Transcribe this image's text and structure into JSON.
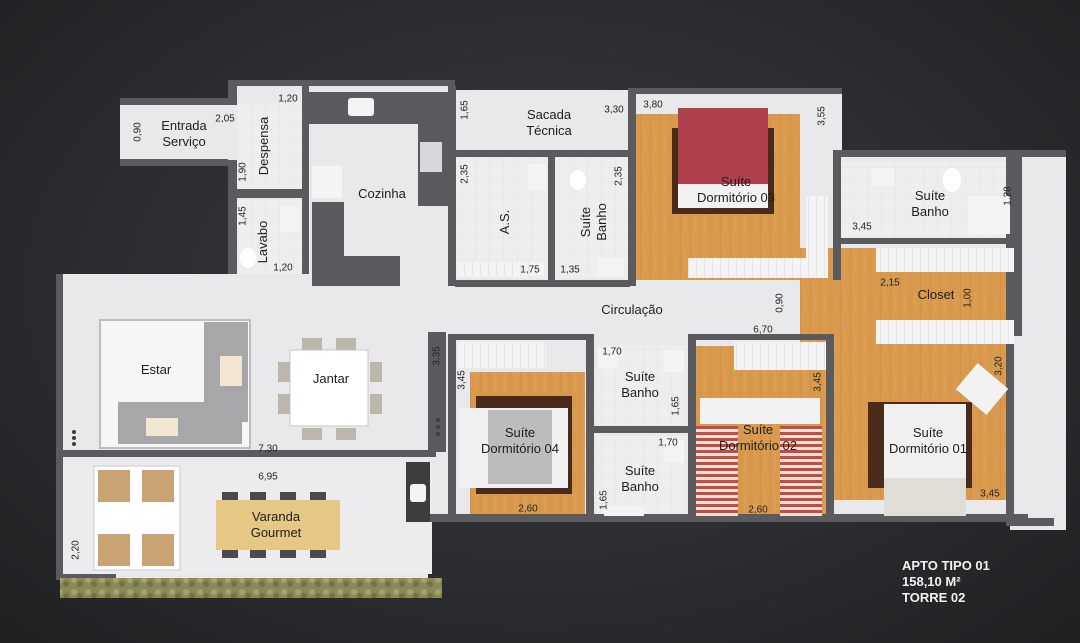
{
  "rooms": {
    "entrada_servico": "Entrada\nServiço",
    "despensa": "Despensa",
    "cozinha": "Cozinha",
    "lavabo": "Lavabo",
    "sacada_tecnica": "Sacada\nTécnica",
    "as": "A.S.",
    "suite_banho_a": "Suíte\nBanho",
    "suite_dormitorio_03": "Suíte\nDormitório 03",
    "suite_banho_master": "Suíte\nBanho",
    "closet": "Closet",
    "circulacao": "Circulação",
    "estar": "Estar",
    "jantar": "Jantar",
    "suite_dormitorio_04": "Suíte\nDormitório 04",
    "suite_banho_b": "Suíte\nBanho",
    "suite_banho_c": "Suíte\nBanho",
    "suite_dormitorio_02": "Suíte\nDormitório 02",
    "suite_dormitorio_01": "Suíte\nDormitório 01",
    "varanda_gourmet": "Varanda\nGourmet"
  },
  "dimensions": {
    "d_090_entrada": "0,90",
    "d_205": "2,05",
    "d_120_desp": "1,20",
    "d_190": "1,90",
    "d_145": "1,45",
    "d_120_lav": "1,20",
    "d_165_sacada": "1,65",
    "d_330": "3,30",
    "d_235_as": "2,35",
    "d_235_banho": "2,35",
    "d_175": "1,75",
    "d_135": "1,35",
    "d_380": "3,80",
    "d_355": "3,55",
    "d_128": "1,28",
    "d_345_master": "3,45",
    "d_215": "2,15",
    "d_100": "1,00",
    "d_090_circ": "0,90",
    "d_670": "6,70",
    "d_320": "3,20",
    "d_345_s01": "3,45",
    "d_335": "3,35",
    "d_345_s04": "3,45",
    "d_260_s04": "2,60",
    "d_170_a": "1,70",
    "d_165_banho": "1,65",
    "d_170_b": "1,70",
    "d_165_banho2": "1,65",
    "d_345_s02": "3,45",
    "d_260_s02": "2,60",
    "d_730": "7,30",
    "d_695": "6,95",
    "d_220": "2,20"
  },
  "unit_info": {
    "line1": "APTO TIPO 01",
    "line2": "158,10 M²",
    "line3": "TORRE 02"
  },
  "colors": {
    "background": "#2b2c2f",
    "floor": "#e9e9eb",
    "wall": "#5b5b5f",
    "wood": "#d99a4e",
    "accent_bed": "#b0404d"
  }
}
